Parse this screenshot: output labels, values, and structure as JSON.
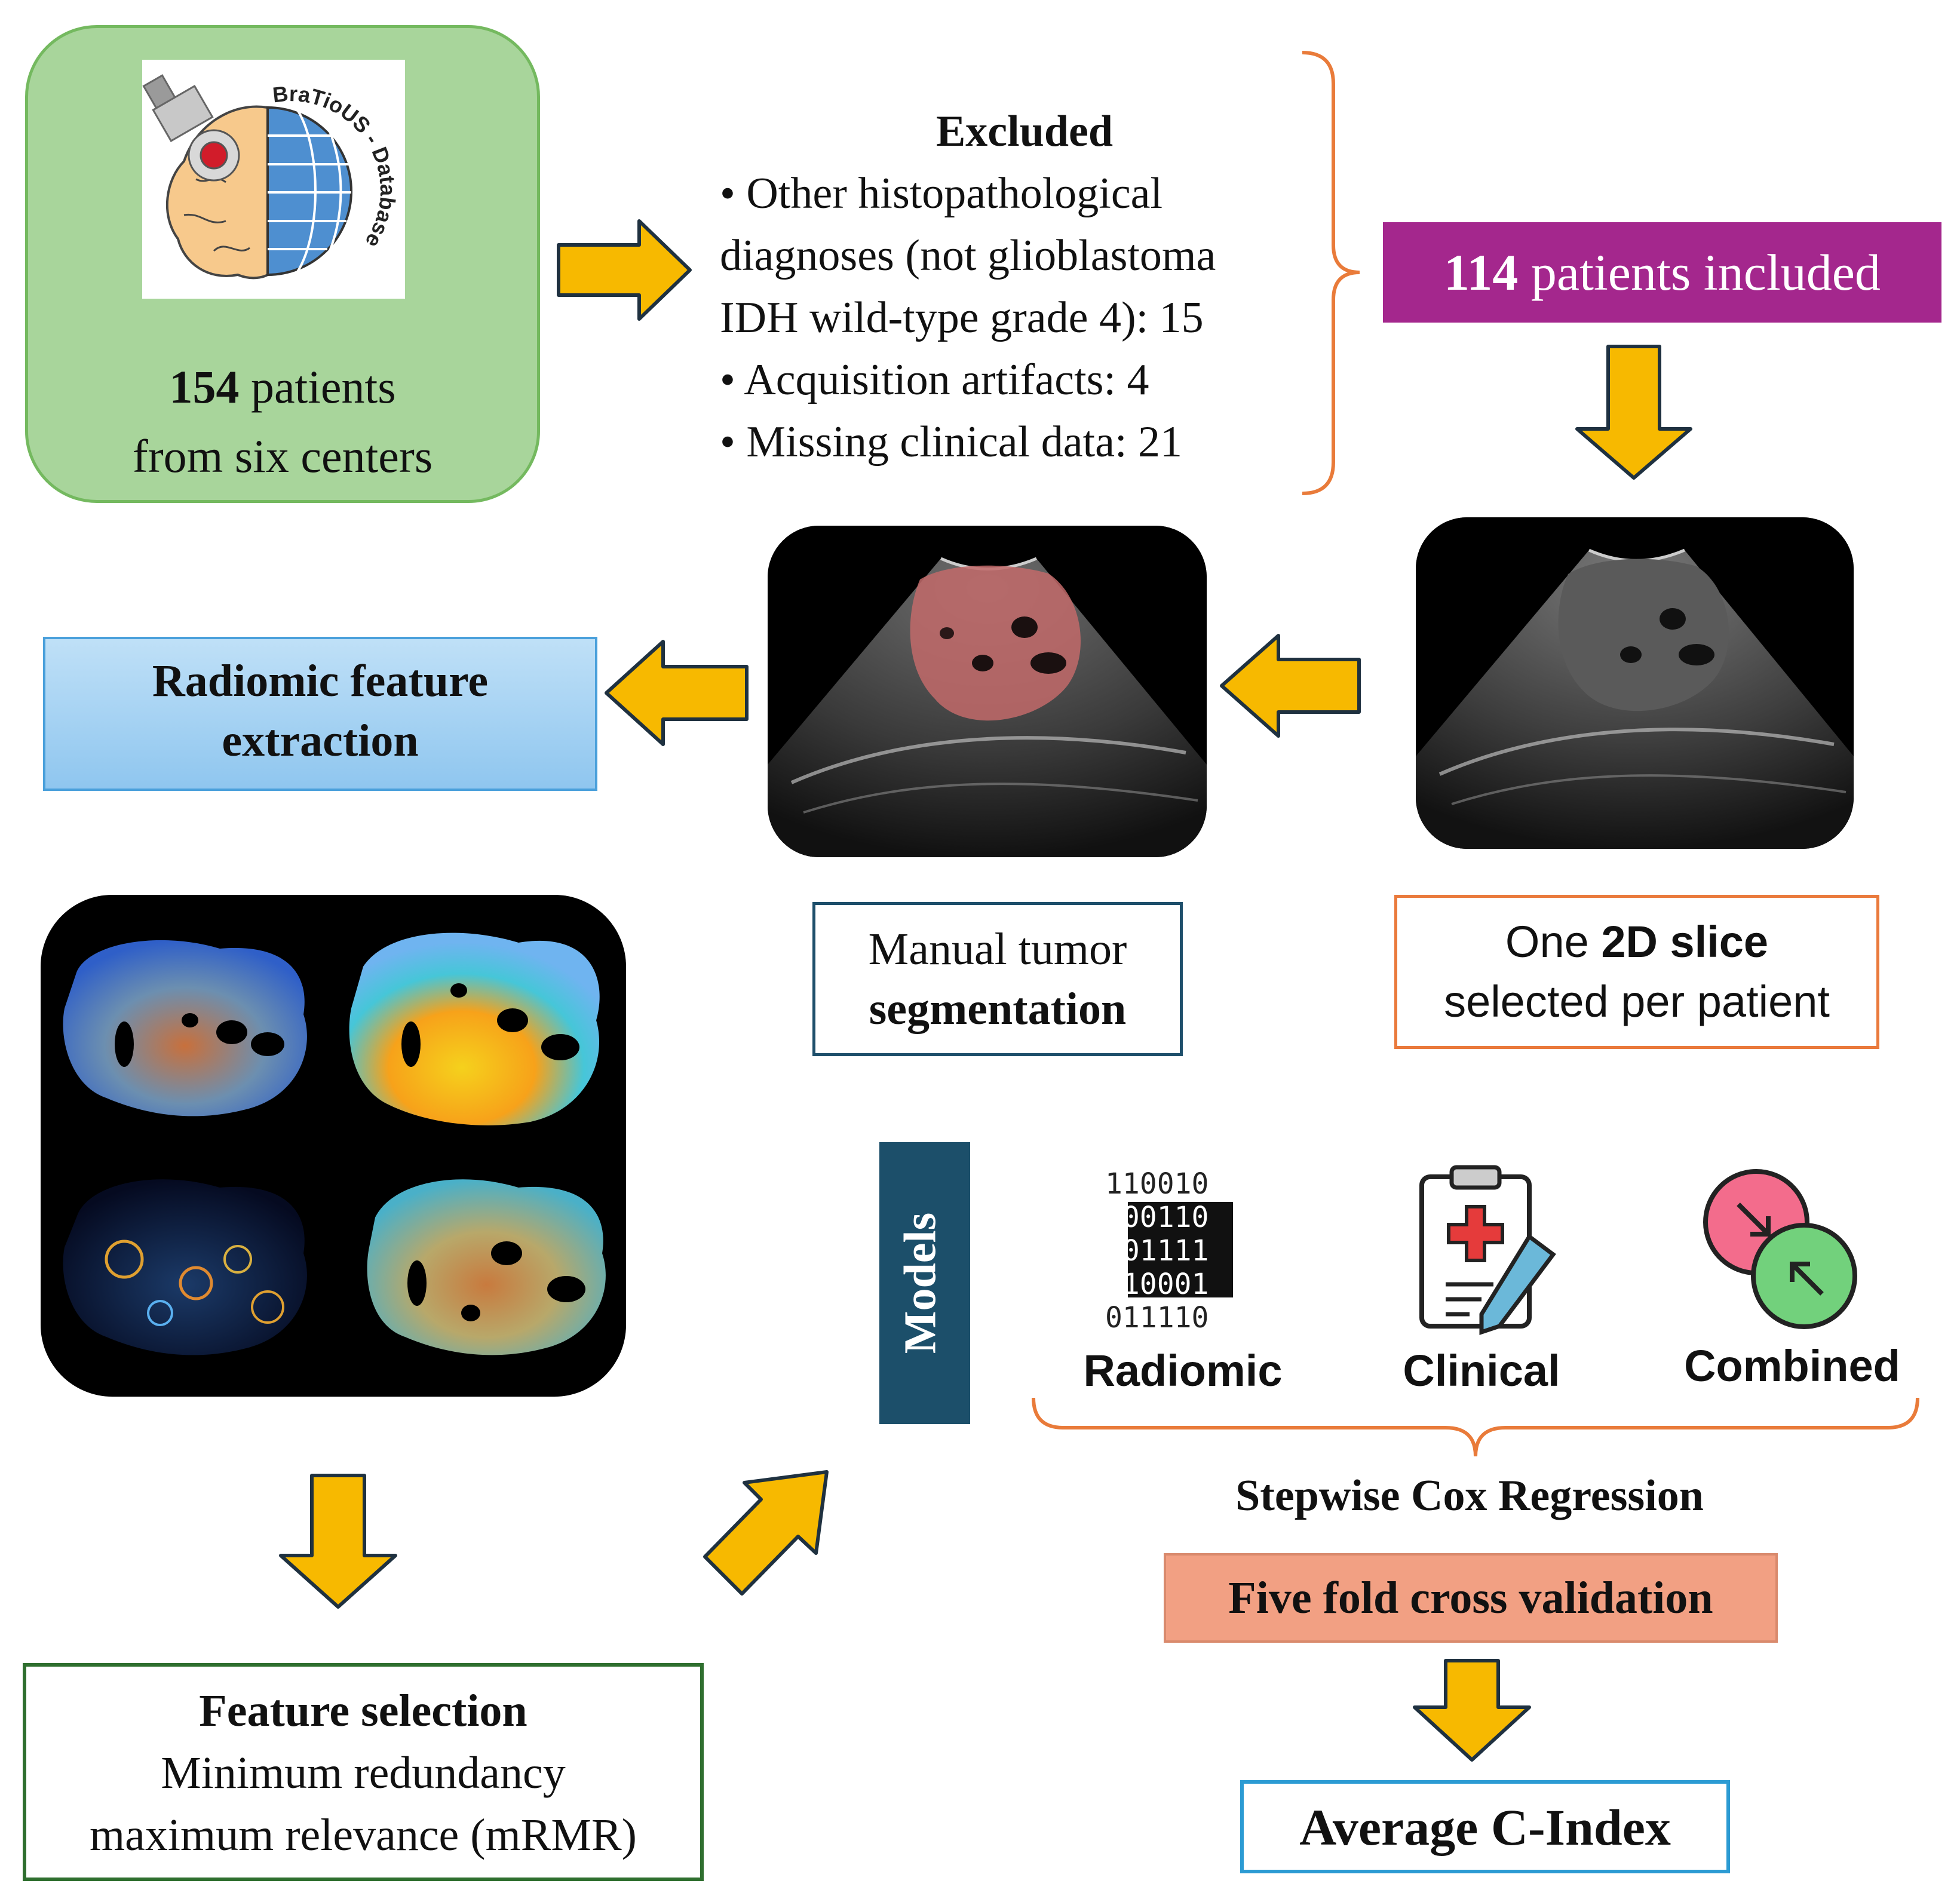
{
  "source": {
    "logo_text": "BraTioUS - Database",
    "count": "154",
    "line1_rest": " patients",
    "line2": "from six centers"
  },
  "excluded": {
    "title": "Excluded",
    "line1": "• Other histopathological",
    "line2": "diagnoses (not glioblastoma",
    "line3": "IDH wild-type grade 4): 15",
    "line4": "• Acquisition artifacts: 4",
    "line5": "• Missing clinical data: 21"
  },
  "included": {
    "count": "114",
    "rest": " patients included"
  },
  "radiomic_extraction": {
    "line1": "Radiomic feature",
    "line2": "extraction"
  },
  "segmentation": {
    "line1": "Manual tumor",
    "line2": "segmentation"
  },
  "slice": {
    "pre": "One ",
    "bold": "2D slice",
    "line2": "selected per patient"
  },
  "models": {
    "title": "Models",
    "radiomic": "Radiomic",
    "clinical": "Clinical",
    "combined": "Combined",
    "binary_rows": [
      "110010",
      "100110",
      "001111",
      "110001",
      "011110"
    ]
  },
  "feature_selection": {
    "title": "Feature selection",
    "line1": "Minimum redundancy",
    "line2": "maximum relevance (mRMR)"
  },
  "cox": "Stepwise Cox Regression",
  "fivefold": "Five fold cross validation",
  "cindex": "Average C-Index",
  "colors": {
    "arrow": "#f7b900",
    "arrow_outline": "#1f3140",
    "included": "#a4278d",
    "source_bg": "#a8d59b",
    "models_bg": "#1c4f6a"
  }
}
